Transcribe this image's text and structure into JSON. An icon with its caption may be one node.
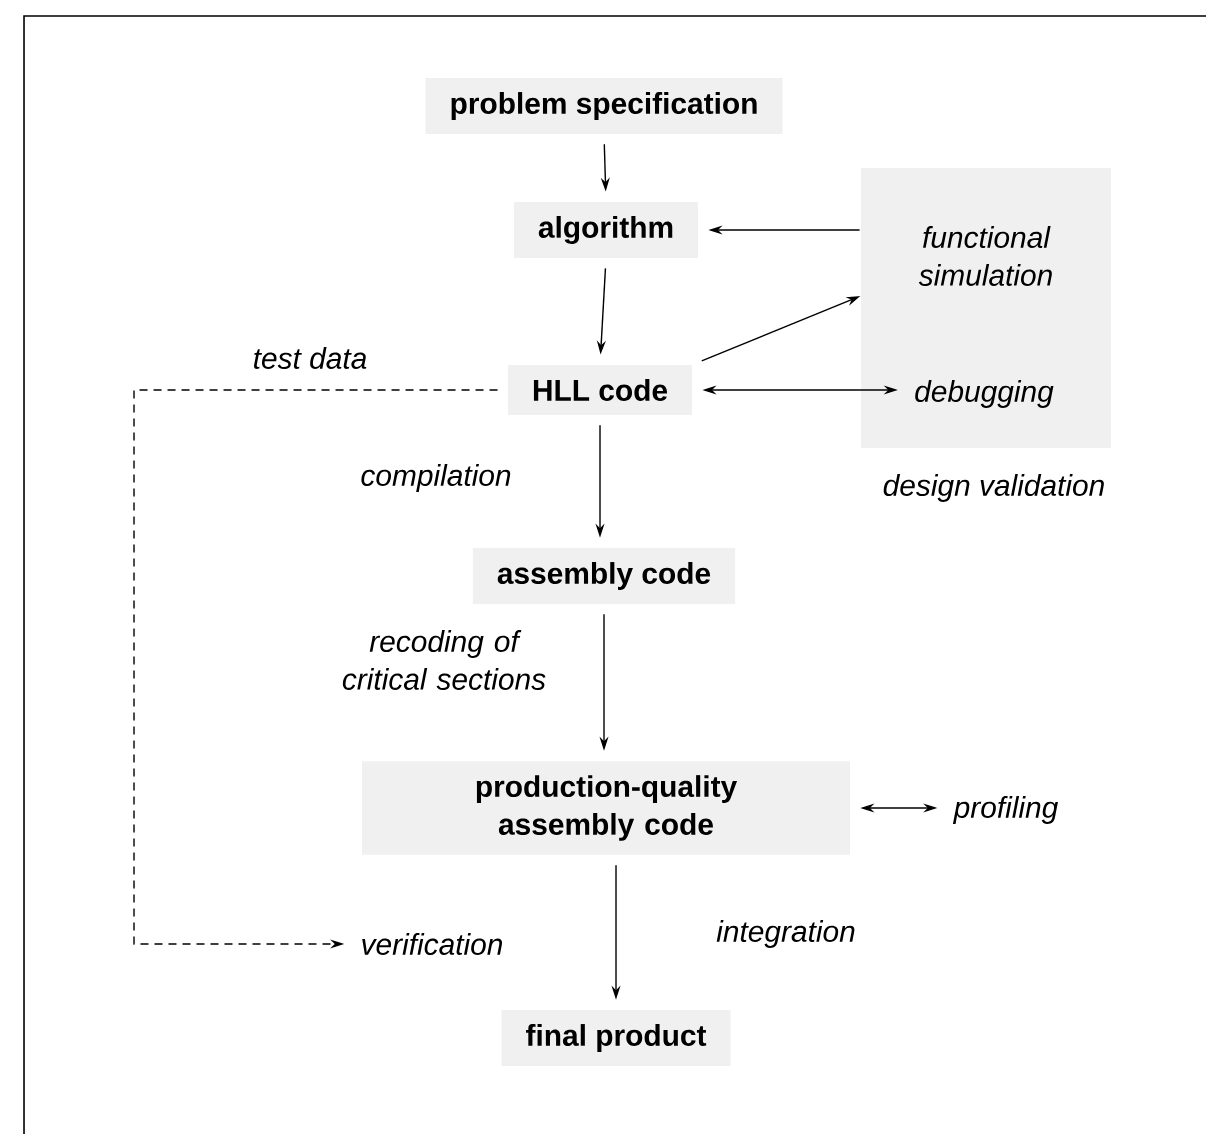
{
  "diagram": {
    "nodes": [
      {
        "text": [
          "problem specification"
        ]
      },
      {
        "text": [
          "algorithm"
        ]
      },
      {
        "text": [],
        "shape": "box",
        "beside": [
          "design validation"
        ]
      },
      {
        "text": [
          "functional simulation"
        ],
        "in": 2
      },
      {
        "text": [
          "debugging"
        ],
        "in": 2
      },
      {
        "text": [
          "HLL code"
        ]
      },
      {
        "text": [
          "assembly code"
        ]
      },
      {
        "text": [
          "production-quality assembly code"
        ]
      },
      {
        "text": [
          "profiling"
        ]
      },
      {
        "text": [
          "verification"
        ]
      },
      {
        "text": [
          "final product"
        ]
      }
    ],
    "edges": [
      {
        "from": 0,
        "to": 1,
        "arrow": "to"
      },
      {
        "from": 1,
        "to": 5,
        "arrow": "to"
      },
      {
        "from": 3,
        "to": 1,
        "arrow": "to"
      },
      {
        "from": 5,
        "to": 3,
        "arrow": "to"
      },
      {
        "from": 5,
        "to": 4,
        "arrow": "both"
      },
      {
        "from": 5,
        "to": 6,
        "arrow": "to",
        "label": "compilation"
      },
      {
        "from": 5,
        "to": 9,
        "arrow": "to",
        "style": "dashed",
        "label": "test data"
      },
      {
        "from": 6,
        "to": 7,
        "arrow": "to",
        "label": "recoding of critical sections"
      },
      {
        "from": 7,
        "to": 8,
        "arrow": "both"
      },
      {
        "from": 7,
        "to": 10,
        "arrow": "to",
        "label": "integration"
      }
    ]
  }
}
